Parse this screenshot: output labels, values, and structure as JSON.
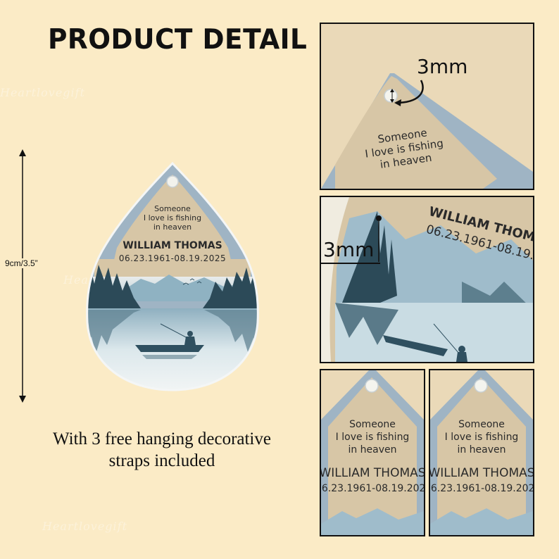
{
  "header": {
    "title": "PRODUCT DETAIL"
  },
  "dimension": {
    "height_label": "9cm/3.5”"
  },
  "ornament": {
    "line1": "Someone",
    "line2": "I love is fishing",
    "line3": "in heaven",
    "name": "WILLIAM THOMAS",
    "dates": "06.23.1961-08.19.2025"
  },
  "caption": {
    "line1": "With 3 free hanging decorative",
    "line2": "straps included"
  },
  "details": {
    "hole_size_label": "3mm",
    "thickness_label": "3mm",
    "closeup_name": "WILLIAM THOMAS",
    "closeup_dates": "06.23.1961-08.19.202"
  },
  "watermark": {
    "text": "Heartlovegift"
  },
  "colors": {
    "background": "#fbebc6",
    "tag_beige": "#d7c6a6",
    "frame_blue": "#9fb4c4",
    "lake_dark": "#2f5060"
  }
}
